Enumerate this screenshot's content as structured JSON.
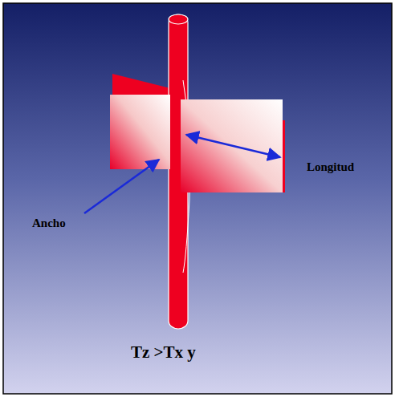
{
  "diagram": {
    "labels": [
      "Ancho",
      "Longitud",
      "Tz >Tx y"
    ]
  }
}
